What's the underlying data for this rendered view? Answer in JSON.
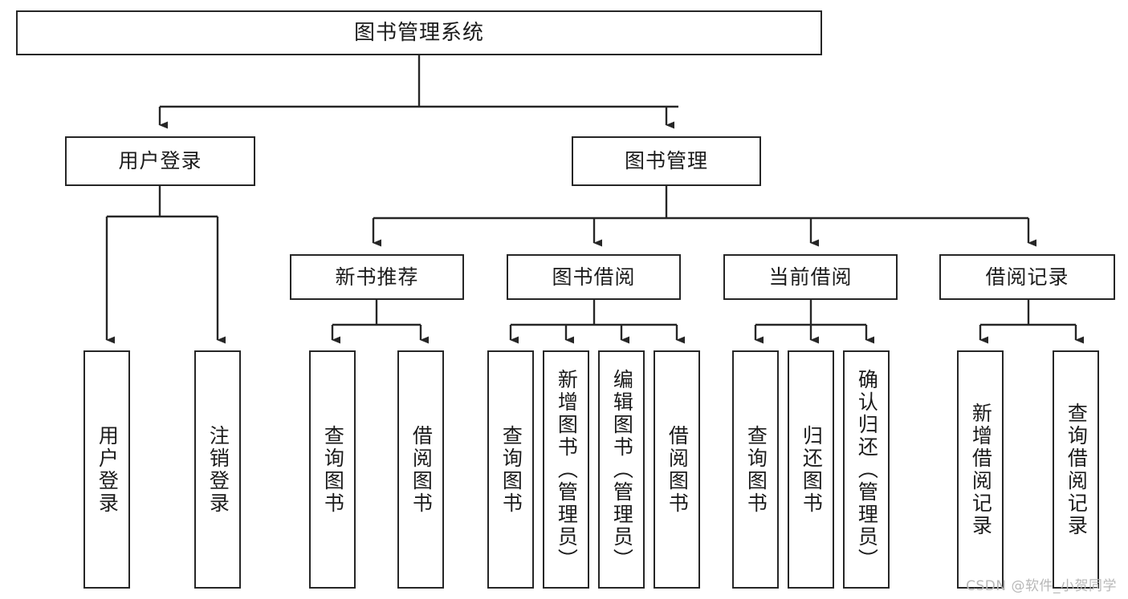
{
  "diagram": {
    "type": "tree",
    "title": "图书管理系统",
    "watermark": "CSDN @软件_小贺同学",
    "levels": {
      "root": {
        "label": "图书管理系统"
      },
      "level2": [
        {
          "id": "user-login",
          "label": "用户登录"
        },
        {
          "id": "book-manage",
          "label": "图书管理"
        }
      ],
      "level3": [
        {
          "id": "new-book-recommend",
          "label": "新书推荐",
          "parent": "book-manage"
        },
        {
          "id": "book-borrow",
          "label": "图书借阅",
          "parent": "book-manage"
        },
        {
          "id": "current-borrow",
          "label": "当前借阅",
          "parent": "book-manage"
        },
        {
          "id": "borrow-record",
          "label": "借阅记录",
          "parent": "book-manage"
        }
      ],
      "leaves": [
        {
          "id": "leaf-user-login",
          "label": "用户登录",
          "parent": "user-login"
        },
        {
          "id": "leaf-logout",
          "label": "注销登录",
          "parent": "user-login"
        },
        {
          "id": "leaf-query-book-1",
          "label": "查询图书",
          "parent": "new-book-recommend"
        },
        {
          "id": "leaf-borrow-book-1",
          "label": "借阅图书",
          "parent": "new-book-recommend"
        },
        {
          "id": "leaf-query-book-2",
          "label": "查询图书",
          "parent": "book-borrow"
        },
        {
          "id": "leaf-add-book",
          "label": "新增图书（管理员）",
          "parent": "book-borrow"
        },
        {
          "id": "leaf-edit-book",
          "label": "编辑图书（管理员）",
          "parent": "book-borrow"
        },
        {
          "id": "leaf-borrow-book-2",
          "label": "借阅图书",
          "parent": "book-borrow"
        },
        {
          "id": "leaf-query-book-3",
          "label": "查询图书",
          "parent": "current-borrow"
        },
        {
          "id": "leaf-return-book",
          "label": "归还图书",
          "parent": "current-borrow"
        },
        {
          "id": "leaf-confirm-return",
          "label": "确认归还（管理员）",
          "parent": "current-borrow"
        },
        {
          "id": "leaf-add-record",
          "label": "新增借阅记录",
          "parent": "borrow-record"
        },
        {
          "id": "leaf-query-record",
          "label": "查询借阅记录",
          "parent": "borrow-record"
        }
      ]
    },
    "colors": {
      "stroke": "#262626",
      "fill": "#ffffff",
      "text": "#1b1b1b",
      "watermark": "#b8b8b8"
    }
  }
}
